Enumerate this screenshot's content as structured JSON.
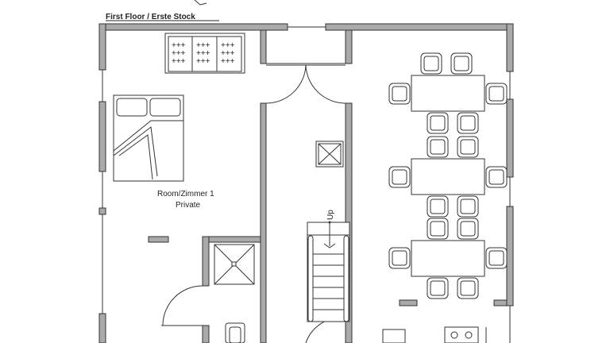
{
  "plan": {
    "title": "First Floor / Erste Stock",
    "room_name": "Room/Zimmer 1",
    "room_type": "Private",
    "stair_label": "Up"
  },
  "colors": {
    "wall": "#aaaaaa",
    "line": "#333333"
  }
}
